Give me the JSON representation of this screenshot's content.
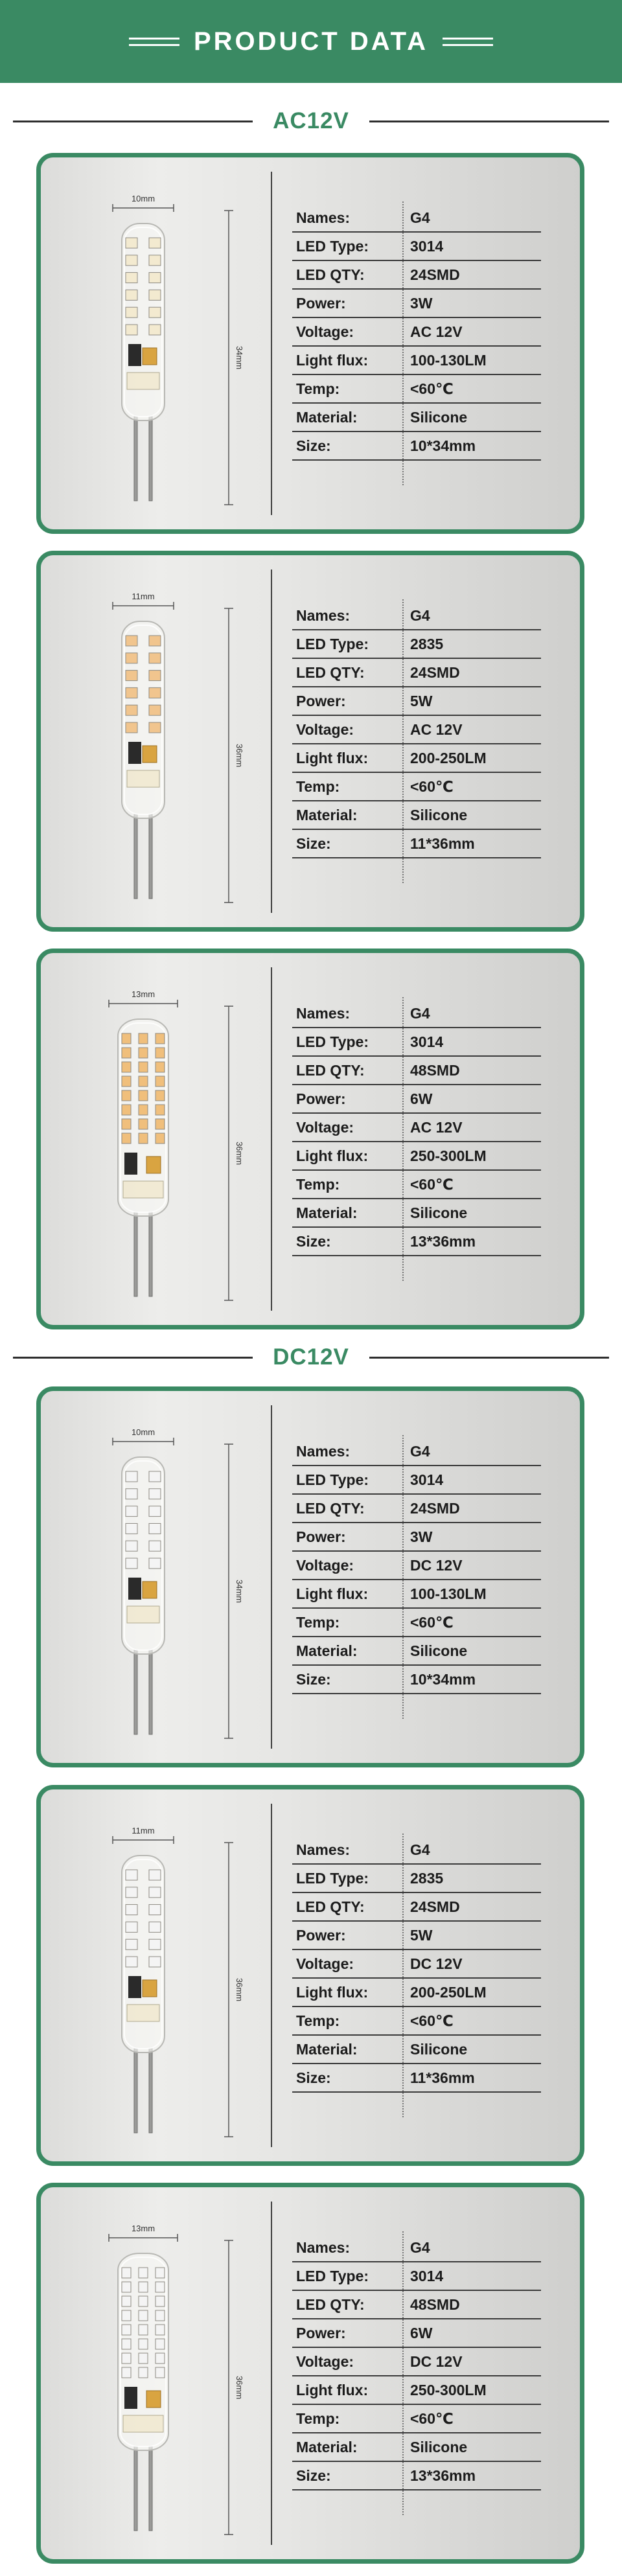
{
  "header": {
    "title": "PRODUCT DATA"
  },
  "labels": {
    "names": "Names:",
    "led_type": "LED Type:",
    "led_qty": "LED QTY:",
    "power": "Power:",
    "voltage": "Voltage:",
    "light_flux": "Light flux:",
    "temp": "Temp:",
    "material": "Material:",
    "size": "Size:"
  },
  "sections": [
    {
      "title": "AC12V",
      "products": [
        {
          "width_dim": "10mm",
          "height_dim": "34mm",
          "chip_color": "#f3ead0",
          "chips": "smd24",
          "names": "G4",
          "led_type": "3014",
          "led_qty": "24SMD",
          "power": "3W",
          "voltage": "AC  12V",
          "light_flux": "100-130LM",
          "temp": "<60℃",
          "material": "Silicone",
          "size": "10*34mm"
        },
        {
          "width_dim": "11mm",
          "height_dim": "36mm",
          "chip_color": "#f1c58e",
          "chips": "smd24",
          "names": "G4",
          "led_type": "2835",
          "led_qty": "24SMD",
          "power": "5W",
          "voltage": "AC  12V",
          "light_flux": "200-250LM",
          "temp": "<60℃",
          "material": "Silicone",
          "size": "11*36mm"
        },
        {
          "width_dim": "13mm",
          "height_dim": "36mm",
          "chip_color": "#f0bf7c",
          "chips": "smd48",
          "names": "G4",
          "led_type": "3014",
          "led_qty": "48SMD",
          "power": "6W",
          "voltage": "AC  12V",
          "light_flux": "250-300LM",
          "temp": "<60℃",
          "material": "Silicone",
          "size": "13*36mm"
        }
      ]
    },
    {
      "title": "DC12V",
      "products": [
        {
          "width_dim": "10mm",
          "height_dim": "34mm",
          "chip_color": "#f4f4f4",
          "chips": "smd24",
          "names": "G4",
          "led_type": "3014",
          "led_qty": "24SMD",
          "power": "3W",
          "voltage": "DC  12V",
          "light_flux": "100-130LM",
          "temp": "<60℃",
          "material": "Silicone",
          "size": "10*34mm"
        },
        {
          "width_dim": "11mm",
          "height_dim": "36mm",
          "chip_color": "#f4f4f4",
          "chips": "smd24",
          "names": "G4",
          "led_type": "2835",
          "led_qty": "24SMD",
          "power": "5W",
          "voltage": "DC  12V",
          "light_flux": "200-250LM",
          "temp": "<60℃",
          "material": "Silicone",
          "size": "11*36mm"
        },
        {
          "width_dim": "13mm",
          "height_dim": "36mm",
          "chip_color": "#f4f4f4",
          "chips": "smd48",
          "names": "G4",
          "led_type": "3014",
          "led_qty": "48SMD",
          "power": "6W",
          "voltage": "DC  12V",
          "light_flux": "250-300LM",
          "temp": "<60℃",
          "material": "Silicone",
          "size": "13*36mm"
        }
      ]
    }
  ],
  "colors": {
    "accent": "#3a8a63",
    "text": "#1c1c1c"
  }
}
